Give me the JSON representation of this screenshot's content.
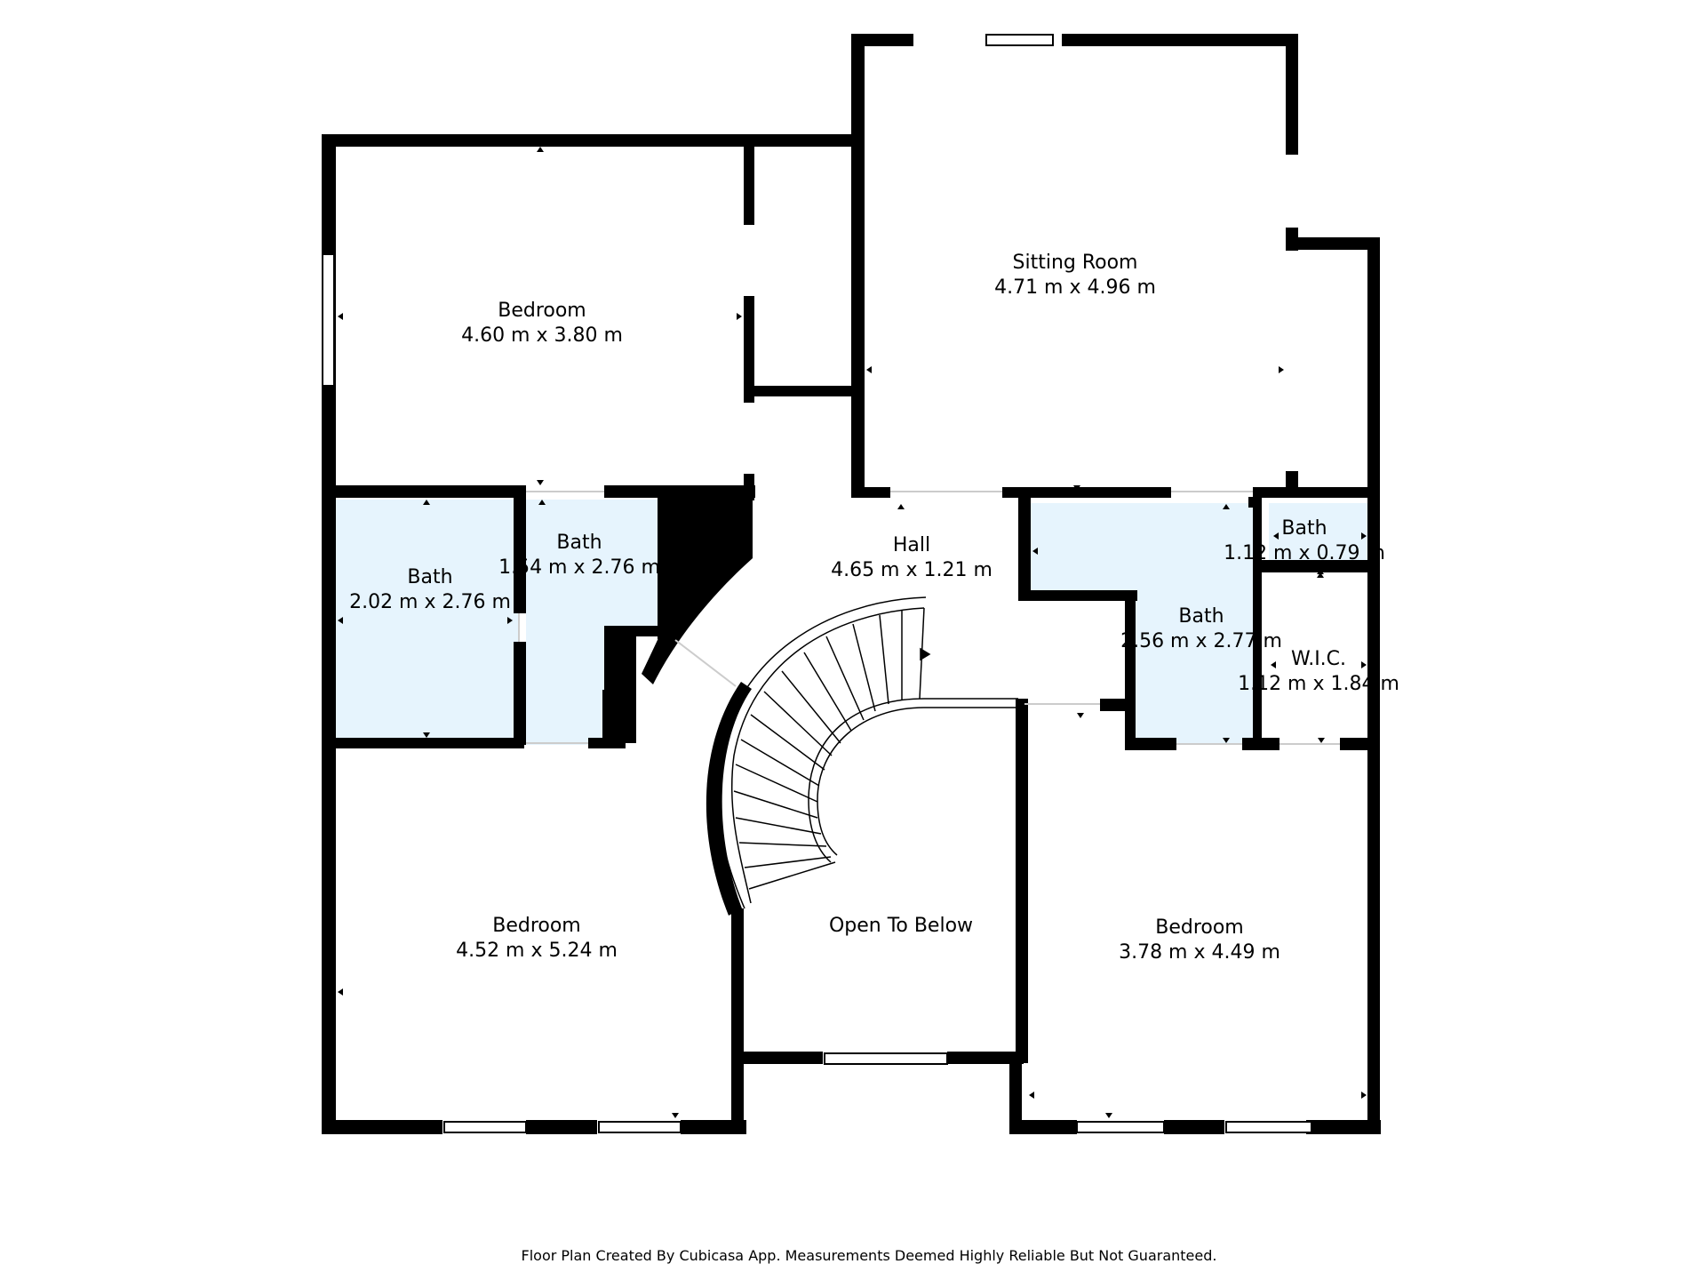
{
  "colors": {
    "wall": "#000000",
    "bath_fill": "#e6f4fd",
    "room_fill": "#ffffff",
    "window": "#ffffff"
  },
  "rooms": [
    {
      "id": "bedroom-nw",
      "name": "Bedroom",
      "size": "4.60 m x 3.80 m"
    },
    {
      "id": "sitting-room",
      "name": "Sitting Room",
      "size": "4.71 m x 4.96 m"
    },
    {
      "id": "bath-west",
      "name": "Bath",
      "size": "2.02 m x 2.76 m"
    },
    {
      "id": "bath-mid",
      "name": "Bath",
      "size": "1.54 m x 2.76 m"
    },
    {
      "id": "hall",
      "name": "Hall",
      "size": "4.65 m x 1.21 m"
    },
    {
      "id": "bath-east-small",
      "name": "Bath",
      "size": "1.12 m x 0.79 m"
    },
    {
      "id": "bath-east",
      "name": "Bath",
      "size": "2.56 m x 2.77 m"
    },
    {
      "id": "wic",
      "name": "W.I.C.",
      "size": "1.12 m x 1.84 m"
    },
    {
      "id": "bedroom-sw",
      "name": "Bedroom",
      "size": "4.52 m x 5.24 m"
    },
    {
      "id": "open-to-below",
      "name": "Open To Below",
      "size": ""
    },
    {
      "id": "bedroom-se",
      "name": "Bedroom",
      "size": "3.78 m x 4.49 m"
    }
  ],
  "footer": "Floor Plan Created By Cubicasa App. Measurements Deemed Highly Reliable But Not Guaranteed."
}
